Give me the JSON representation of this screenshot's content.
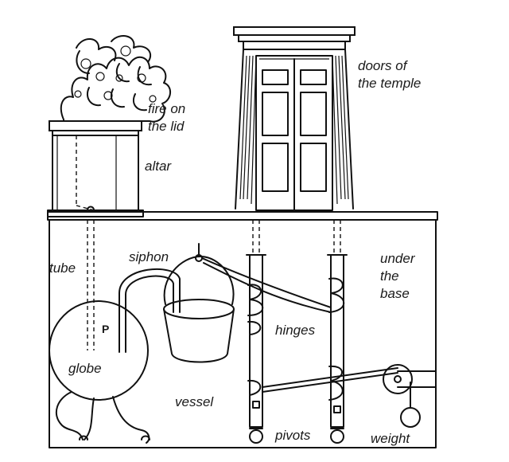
{
  "labels": {
    "fire_line1": "fire on",
    "fire_line2": "the lid",
    "altar": "altar",
    "doors_line1": "doors of",
    "doors_line2": "the temple",
    "under_line1": "under",
    "under_line2": "the",
    "under_line3": "base",
    "tube": "tube",
    "siphon": "siphon",
    "p_marker": "P",
    "hinges": "hinges",
    "globe": "globe",
    "vessel": "vessel",
    "pivots": "pivots",
    "weight": "weight"
  }
}
